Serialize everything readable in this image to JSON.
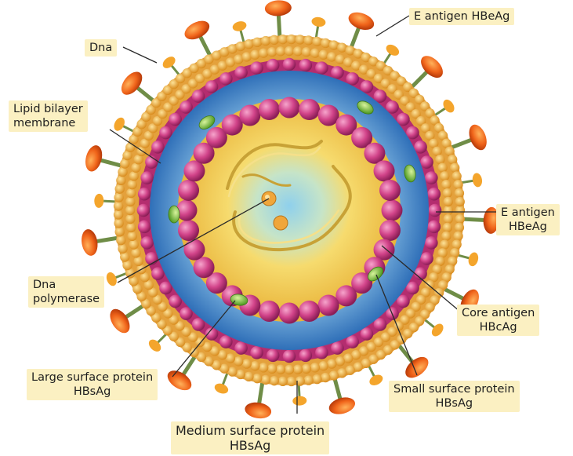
{
  "labels": {
    "e_antigen_top": [
      "E antigen HBeAg"
    ],
    "dna": [
      "Dna"
    ],
    "lipid_bilayer": [
      "Lipid bilayer",
      "membrane"
    ],
    "e_antigen_right": [
      "E antigen",
      "HBeAg"
    ],
    "dna_polymerase": [
      "Dna",
      "polymerase"
    ],
    "core_antigen": [
      "Core antigen",
      "HBcAg"
    ],
    "large_surface": [
      "Large surface protein",
      "HBsAg"
    ],
    "small_surface": [
      "Small surface protein",
      "HBsAg"
    ],
    "medium_surface": [
      "Medium surface protein",
      "HBsAg"
    ]
  },
  "colors": {
    "spike_tip": "#f06a1c",
    "spike_tip_small": "#f5a623",
    "spike_stem": "#6c8b4a",
    "outer_lipid": "#e9a23a",
    "magenta_bead": "#c2397a",
    "blue_layer": "#4d8fcf",
    "core_yellow": "#f4cf55",
    "center_blue": "#9fd4ea",
    "green_protein": "#7fbf3a",
    "label_bg": "#fbf0c2",
    "leader_line": "#2a2a2a"
  }
}
